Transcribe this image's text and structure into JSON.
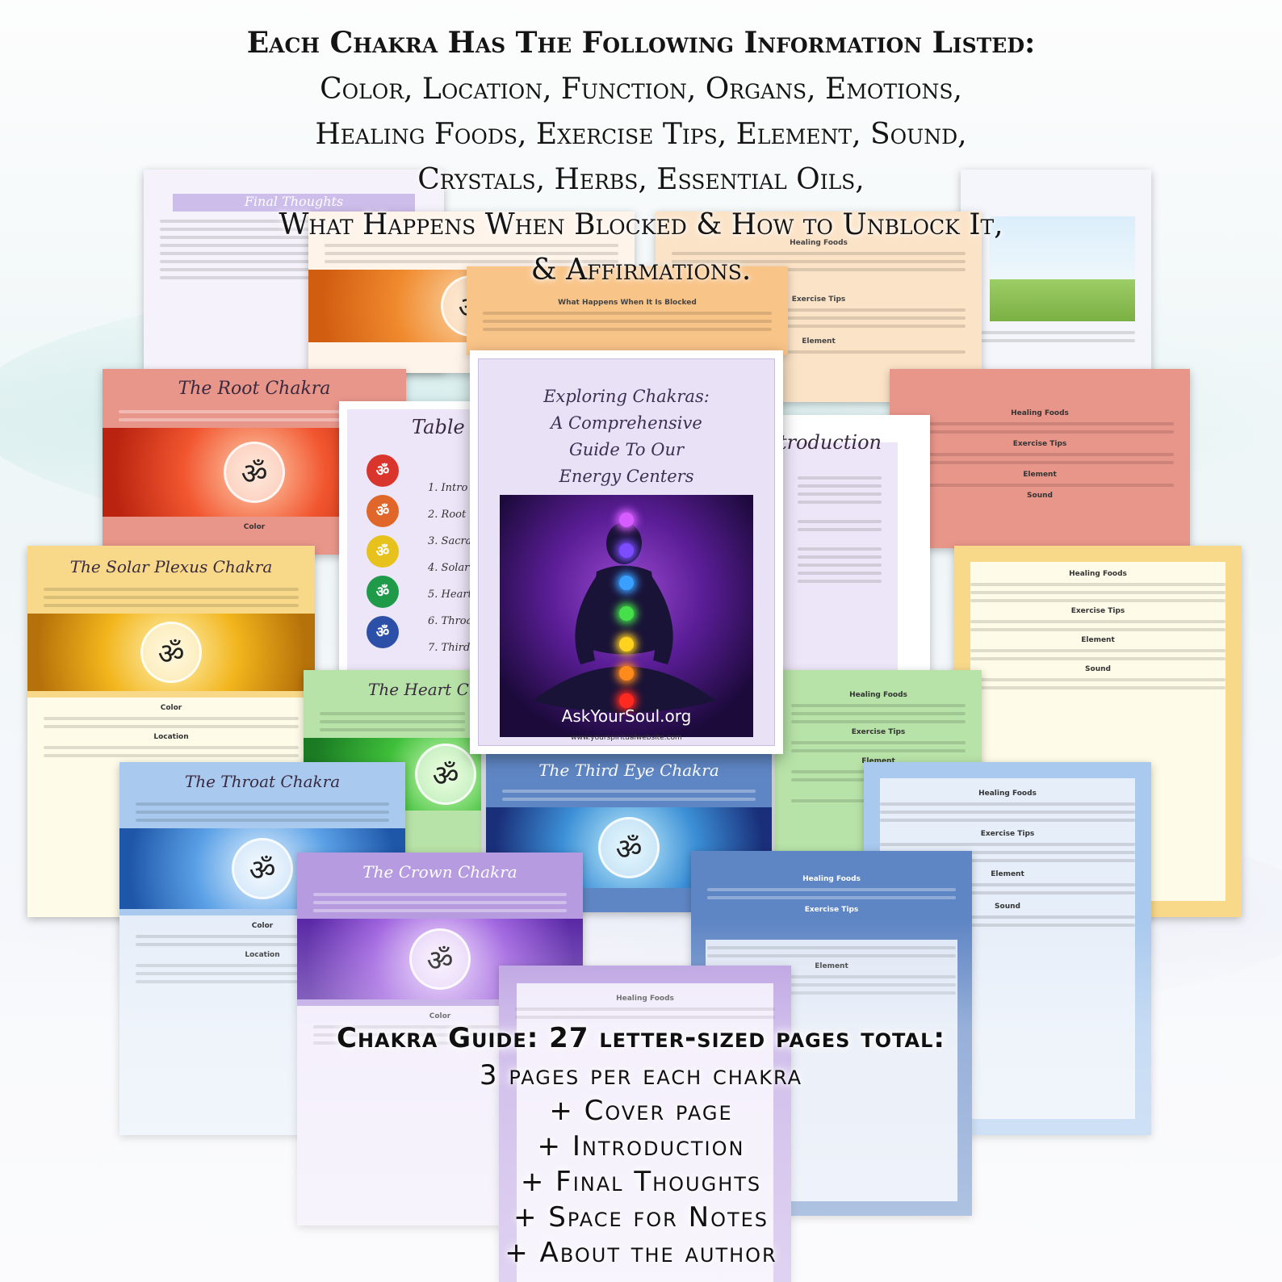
{
  "header": {
    "line1": "Each Chakra Has The Following Information Listed:",
    "line2": "Color, Location, Function, Organs, Emotions,",
    "line3": "Healing Foods, Exercise Tips, Element, Sound,",
    "line4": "Crystals, Herbs, Essential Oils,",
    "line5": "What Happens When Blocked & How to Unblock It,",
    "line6": "& Affirmations."
  },
  "cover": {
    "title1": "Exploring Chakras:",
    "title2": "A Comprehensive",
    "title3": "Guide To Our",
    "title4": "Energy Centers",
    "brand": "AskYourSoul.org",
    "url": "www.yourspiritualwebsite.com"
  },
  "pages": {
    "final": "Final Thoughts",
    "root": "The Root Chakra",
    "solar": "The Solar Plexus Chakra",
    "heart": "The Heart Chakra",
    "throat": "The Throat Chakra",
    "third_eye": "The Third Eye Chakra",
    "crown": "The Crown Chakra",
    "toc": "Table of Contents",
    "intro": "Introduction",
    "blocked": "What Happens When It Is Blocked",
    "healing_foods": "Healing Foods",
    "exercise_tips": "Exercise Tips",
    "element": "Element",
    "sound": "Sound",
    "color": "Color",
    "location": "Location"
  },
  "toc_items": [
    "1. Intro",
    "2. Root",
    "3. Sacral",
    "4. Solar",
    "5. Heart",
    "6. Throat",
    "7. Third"
  ],
  "footer": {
    "line1": "Chakra Guide: 27 letter-sized pages total:",
    "line2": "3 pages per each chakra",
    "line3": "+ Cover page",
    "line4": "+ Introduction",
    "line5": "+ Final Thoughts",
    "line6": "+ Space for Notes",
    "line7": "+ About the author"
  },
  "colors": {
    "root": "#e9968a",
    "sacral": "#f7b06d",
    "solar": "#f8d98a",
    "heart": "#b7e3a8",
    "throat": "#a9c9ee",
    "third_eye": "#5f86c4",
    "crown": "#b79be0",
    "final": "#e4dcf5"
  }
}
